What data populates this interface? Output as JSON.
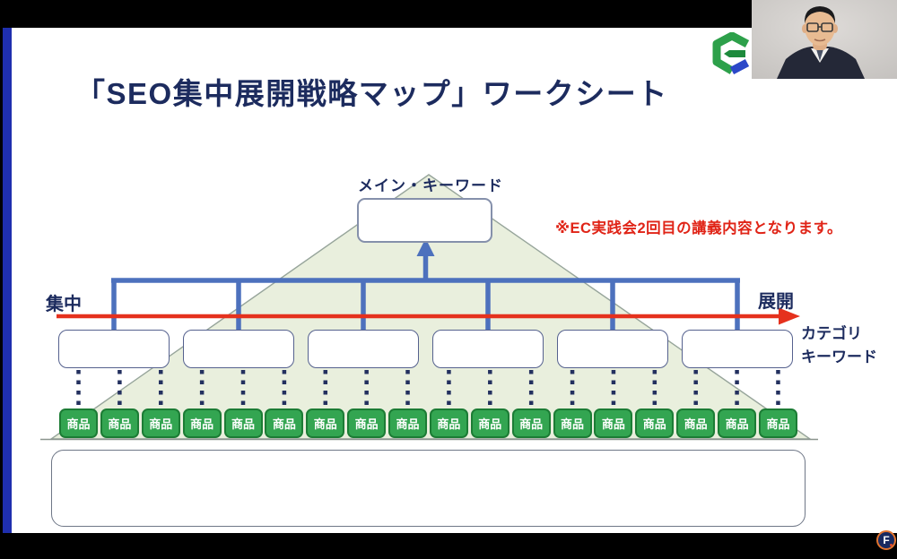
{
  "slide": {
    "title": "「SEO集中展開戦略マップ」ワークシート",
    "note": "※EC実践会2回目の講義内容となります。",
    "diagram": {
      "main_keyword_label": "メイン・キーワード",
      "left_label": "集中",
      "right_label": "展開",
      "category_label_line1": "カテゴリ",
      "category_label_line2": "キーワード",
      "product_label": "商品",
      "category_box_count": 6,
      "product_box_count": 18
    },
    "colors": {
      "title_navy": "#1c2b5e",
      "note_red": "#e02417",
      "arrow_red": "#e5311d",
      "bracket_blue": "#4d71bd",
      "product_green": "#33a551",
      "product_border_green": "#1c7c35",
      "triangle_fill": "#e9efdd",
      "side_strip_blue": "#1f2fae"
    }
  },
  "watermark": {
    "label": "F"
  }
}
